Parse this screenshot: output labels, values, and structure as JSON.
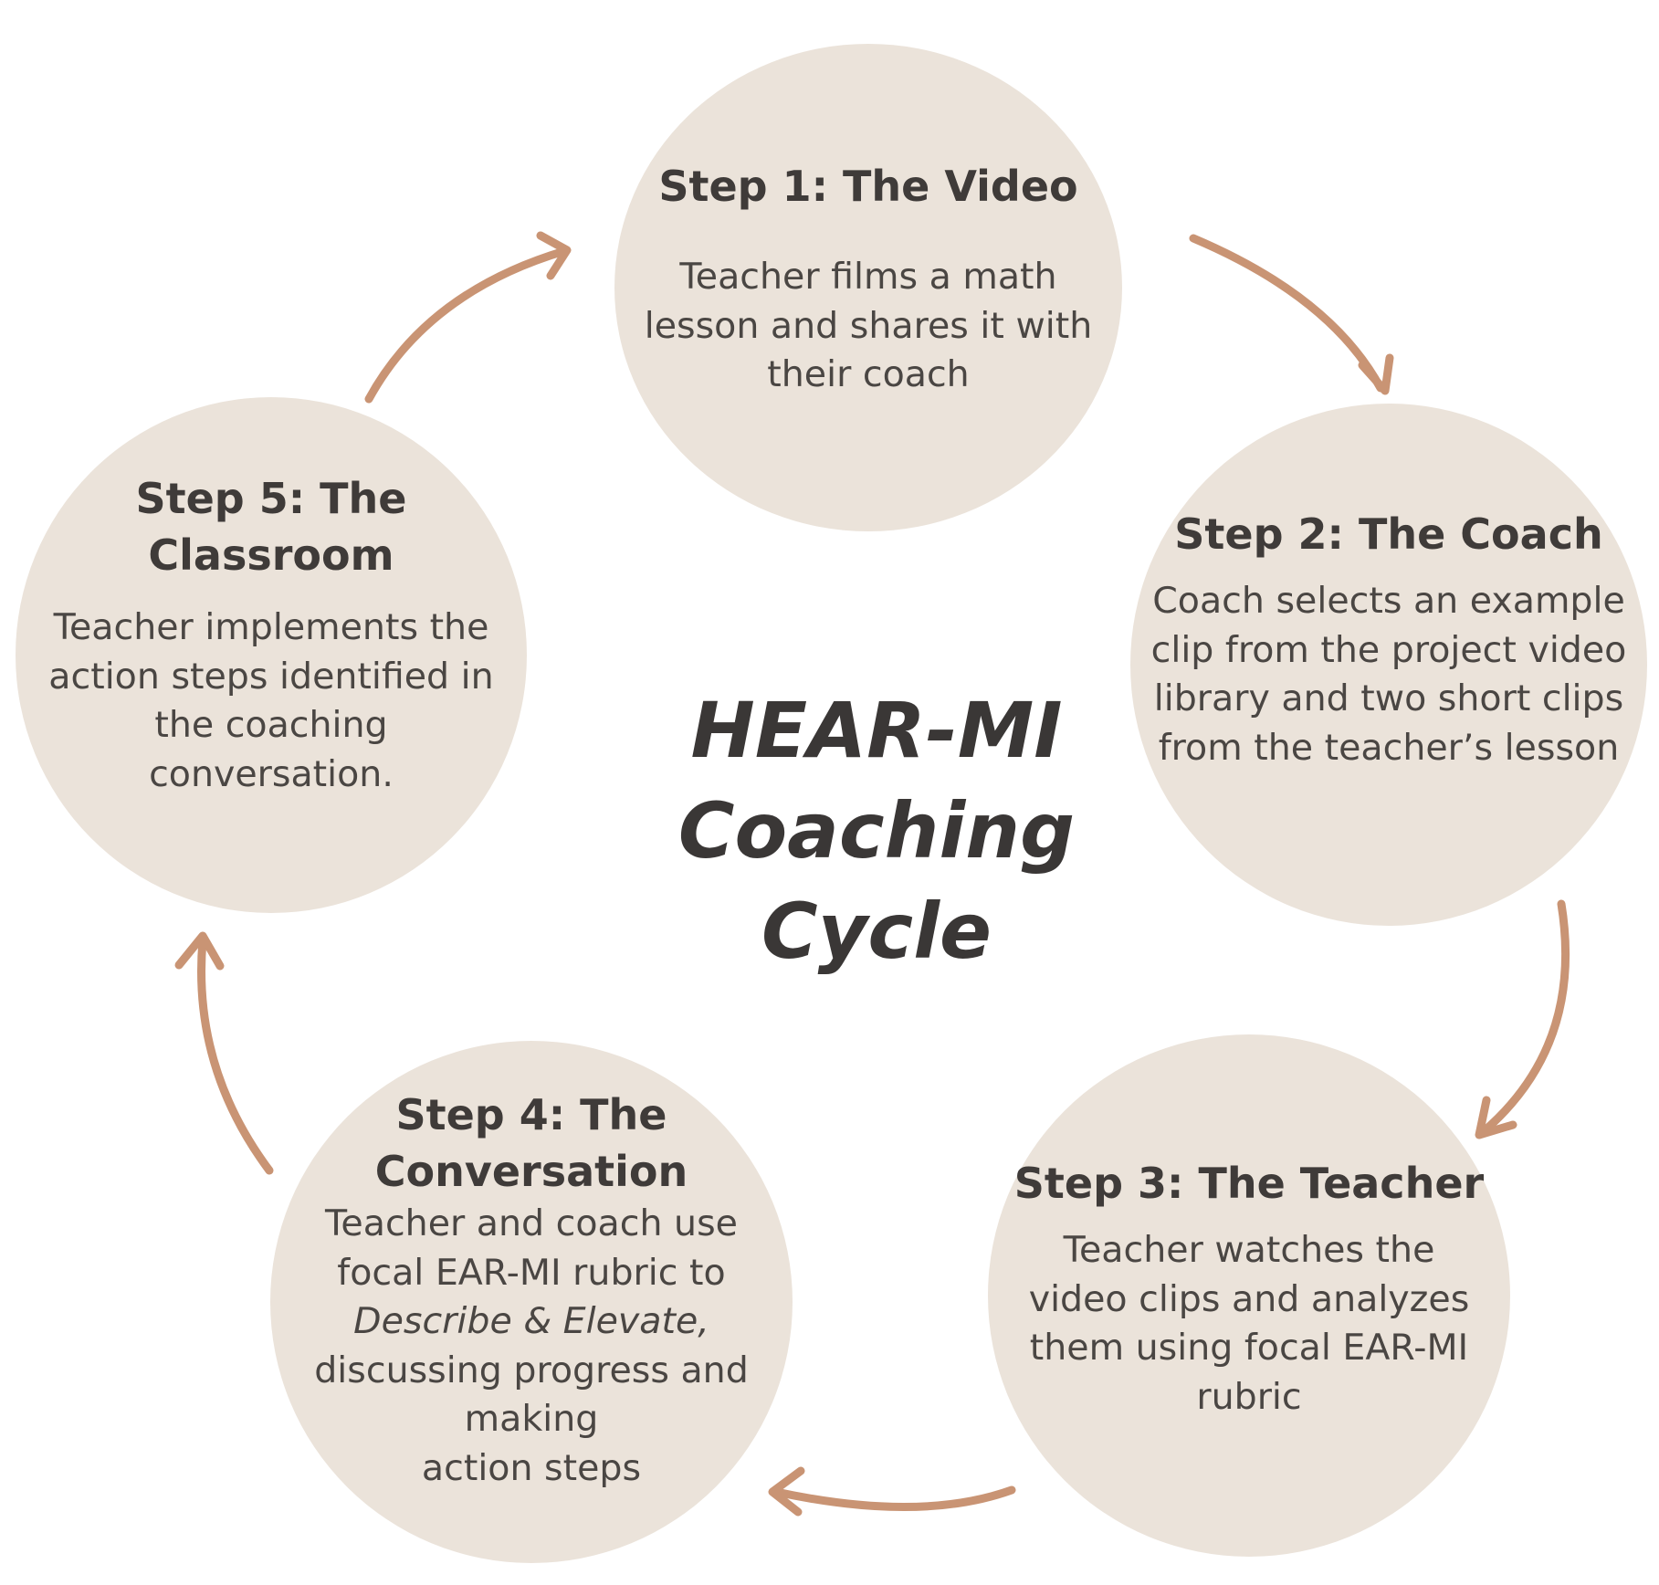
{
  "colors": {
    "circle_fill": "#ebe3da",
    "arrow": "#c99474",
    "title_text": "#3f3b39",
    "body_text": "#4a4643"
  },
  "center": {
    "title": "HEAR-MI\nCoaching\nCycle"
  },
  "steps": [
    {
      "title": "Step 1: The Video",
      "description": "Teacher films a math\nlesson and shares it with\ntheir coach"
    },
    {
      "title": "Step 2: The Coach",
      "description": "Coach selects an example\nclip from the project video\nlibrary and two short clips\nfrom the teacher’s lesson"
    },
    {
      "title": "Step 3: The Teacher",
      "description": "Teacher watches the\nvideo clips and analyzes\nthem using focal EAR-MI\nrubric"
    },
    {
      "title": "Step 4: The\nConversation",
      "description_before": "Teacher and coach use\nfocal EAR-MI rubric to",
      "description_italic": "Describe & Elevate,",
      "description_after": "discussing progress and\nmaking\naction steps"
    },
    {
      "title": "Step 5: The\nClassroom",
      "description": "Teacher implements the\naction steps identified in\nthe coaching\nconversation."
    }
  ],
  "arrows": [
    {
      "from": "step-1",
      "to": "step-2",
      "icon": "curved-arrow-icon"
    },
    {
      "from": "step-2",
      "to": "step-3",
      "icon": "curved-arrow-icon"
    },
    {
      "from": "step-3",
      "to": "step-4",
      "icon": "curved-arrow-icon"
    },
    {
      "from": "step-4",
      "to": "step-5",
      "icon": "curved-arrow-icon"
    },
    {
      "from": "step-5",
      "to": "step-1",
      "icon": "curved-arrow-icon"
    }
  ]
}
